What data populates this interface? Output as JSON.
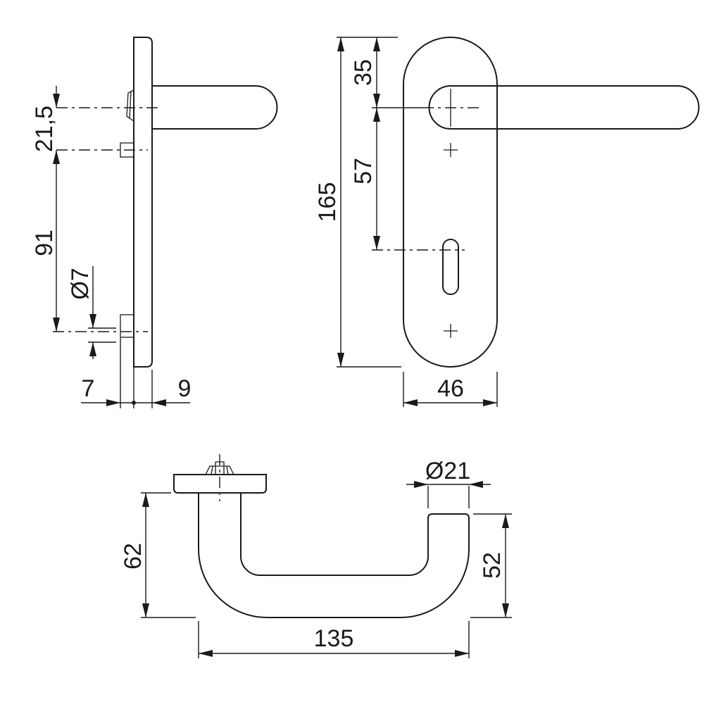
{
  "side_view": {
    "dim_top": "21,5",
    "dim_spacing": "91",
    "dim_pin_diameter": "Ø7",
    "dim_pin_length": "7",
    "dim_plate_thickness": "9"
  },
  "front_view": {
    "dim_height": "165",
    "dim_top_to_handle": "35",
    "dim_handle_to_keyhole": "57",
    "dim_width": "46"
  },
  "top_view": {
    "dim_rosette_height": "62",
    "dim_lever_diameter": "Ø21",
    "dim_end_height": "52",
    "dim_length": "135"
  },
  "colors": {
    "line": "#1a1a1a",
    "background": "#ffffff"
  }
}
